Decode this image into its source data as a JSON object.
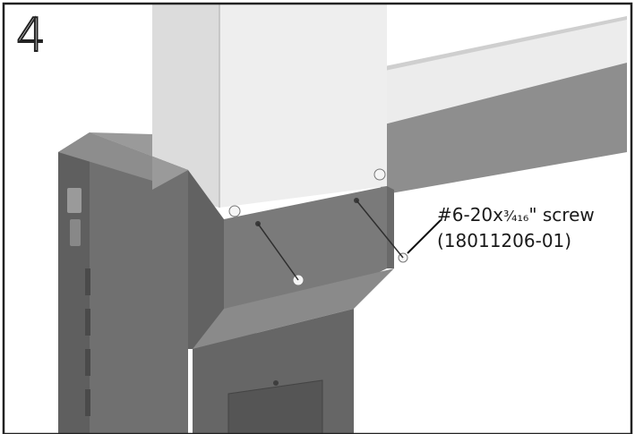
{
  "step": {
    "number": "4"
  },
  "callout": {
    "screw_prefix": "#6-20x",
    "screw_fraction": "¾₁₆",
    "screw_suffix": "\" screw",
    "part_number": "(18011206-01)"
  },
  "colors": {
    "frame_border": "#222222",
    "metal_light": "#e6e6e6",
    "metal_mid": "#8f8f8f",
    "metal_dark": "#595959"
  }
}
